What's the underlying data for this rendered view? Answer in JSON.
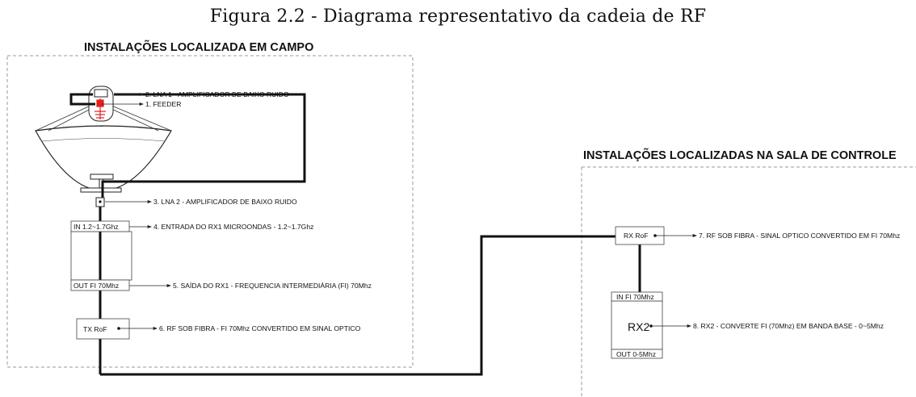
{
  "figure_title": "Figura 2.2 - Diagrama representativo da cadeia de RF",
  "field_section_title": "INSTALAÇÕES LOCALIZADA EM CAMPO",
  "control_section_title": "INSTALAÇÕES LOCALIZADAS NA SALA DE CONTROLE",
  "labels": {
    "lna1": "2. LNA 1 - AMPLIFICADOR DE BAIXO RUIDO",
    "feeder": "1. FEEDER",
    "lna2": "3. LNA 2 - AMPLIFICADOR DE BAIXO RUIDO",
    "rx1_in": "4. ENTRADA DO RX1 MICROONDAS - 1.2~1.7Ghz",
    "rx1_out": "5. SAÍDA DO RX1 - FREQUENCIA INTERMEDIÁRIA (FI) 70Mhz",
    "tx_rof": "6. RF SOB FIBRA - FI 70Mhz CONVERTIDO EM SINAL OPTICO",
    "rx_rof": "7. RF SOB FIBRA - SINAL OPTICO CONVERTIDO EM  FI 70Mhz",
    "rx2": "8. RX2 - CONVERTE FI (70Mhz) EM BANDA BASE - 0~5Mhz"
  },
  "boxes": {
    "rx1_in": "IN 1.2~1.7Ghz",
    "rx1_out": "OUT FI 70Mhz",
    "tx_rof": "TX RoF",
    "rx_rof": "RX RoF",
    "rx2_in": "IN FI 70Mhz",
    "rx2": "RX2",
    "rx2_out": "OUT 0-5Mhz"
  },
  "colors": {
    "line": "#111111",
    "feeder": "#e02020",
    "border": "#9a9a9a"
  }
}
